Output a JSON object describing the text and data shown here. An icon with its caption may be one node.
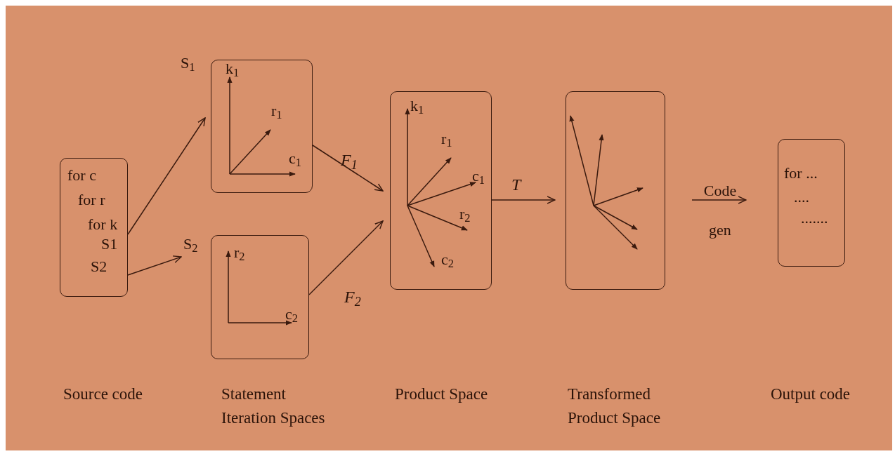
{
  "diagram": {
    "nodes": [
      {
        "text": [
          "for c",
          "for r",
          "for k",
          "S1",
          "S2"
        ]
      },
      {
        "text": [
          "S$_{1}$",
          "k$_{1}$",
          "r$_{1}$",
          "c$_{1}$"
        ]
      },
      {
        "text": [
          "S$_{2}$",
          "r$_{2}$",
          "c$_{2}$"
        ]
      },
      {
        "text": [
          "k$_{1}$",
          "r$_{1}$",
          "c$_{1}$",
          "r$_{2}$",
          "c$_{2}$"
        ]
      },
      {
        "text": [],
        "shape": "box"
      },
      {
        "text": [
          "for ...",
          "....",
          "......."
        ]
      }
    ],
    "edges": [
      {
        "from": 0,
        "to": 1,
        "arrow": "to"
      },
      {
        "from": 0,
        "to": 2,
        "arrow": "to"
      },
      {
        "from": 1,
        "to": 3,
        "arrow": "to",
        "label": "F$_{1}$"
      },
      {
        "from": 2,
        "to": 3,
        "arrow": "to",
        "label": "F$_{2}$"
      },
      {
        "from": 3,
        "to": 4,
        "arrow": "to",
        "label": "T"
      },
      {
        "from": 4,
        "to": 5,
        "arrow": "to",
        "label": "Code gen"
      }
    ],
    "labels": [
      "Source code",
      "Statement Iteration Spaces",
      "Product Space",
      "Transformed Product Space",
      "Output code"
    ]
  }
}
